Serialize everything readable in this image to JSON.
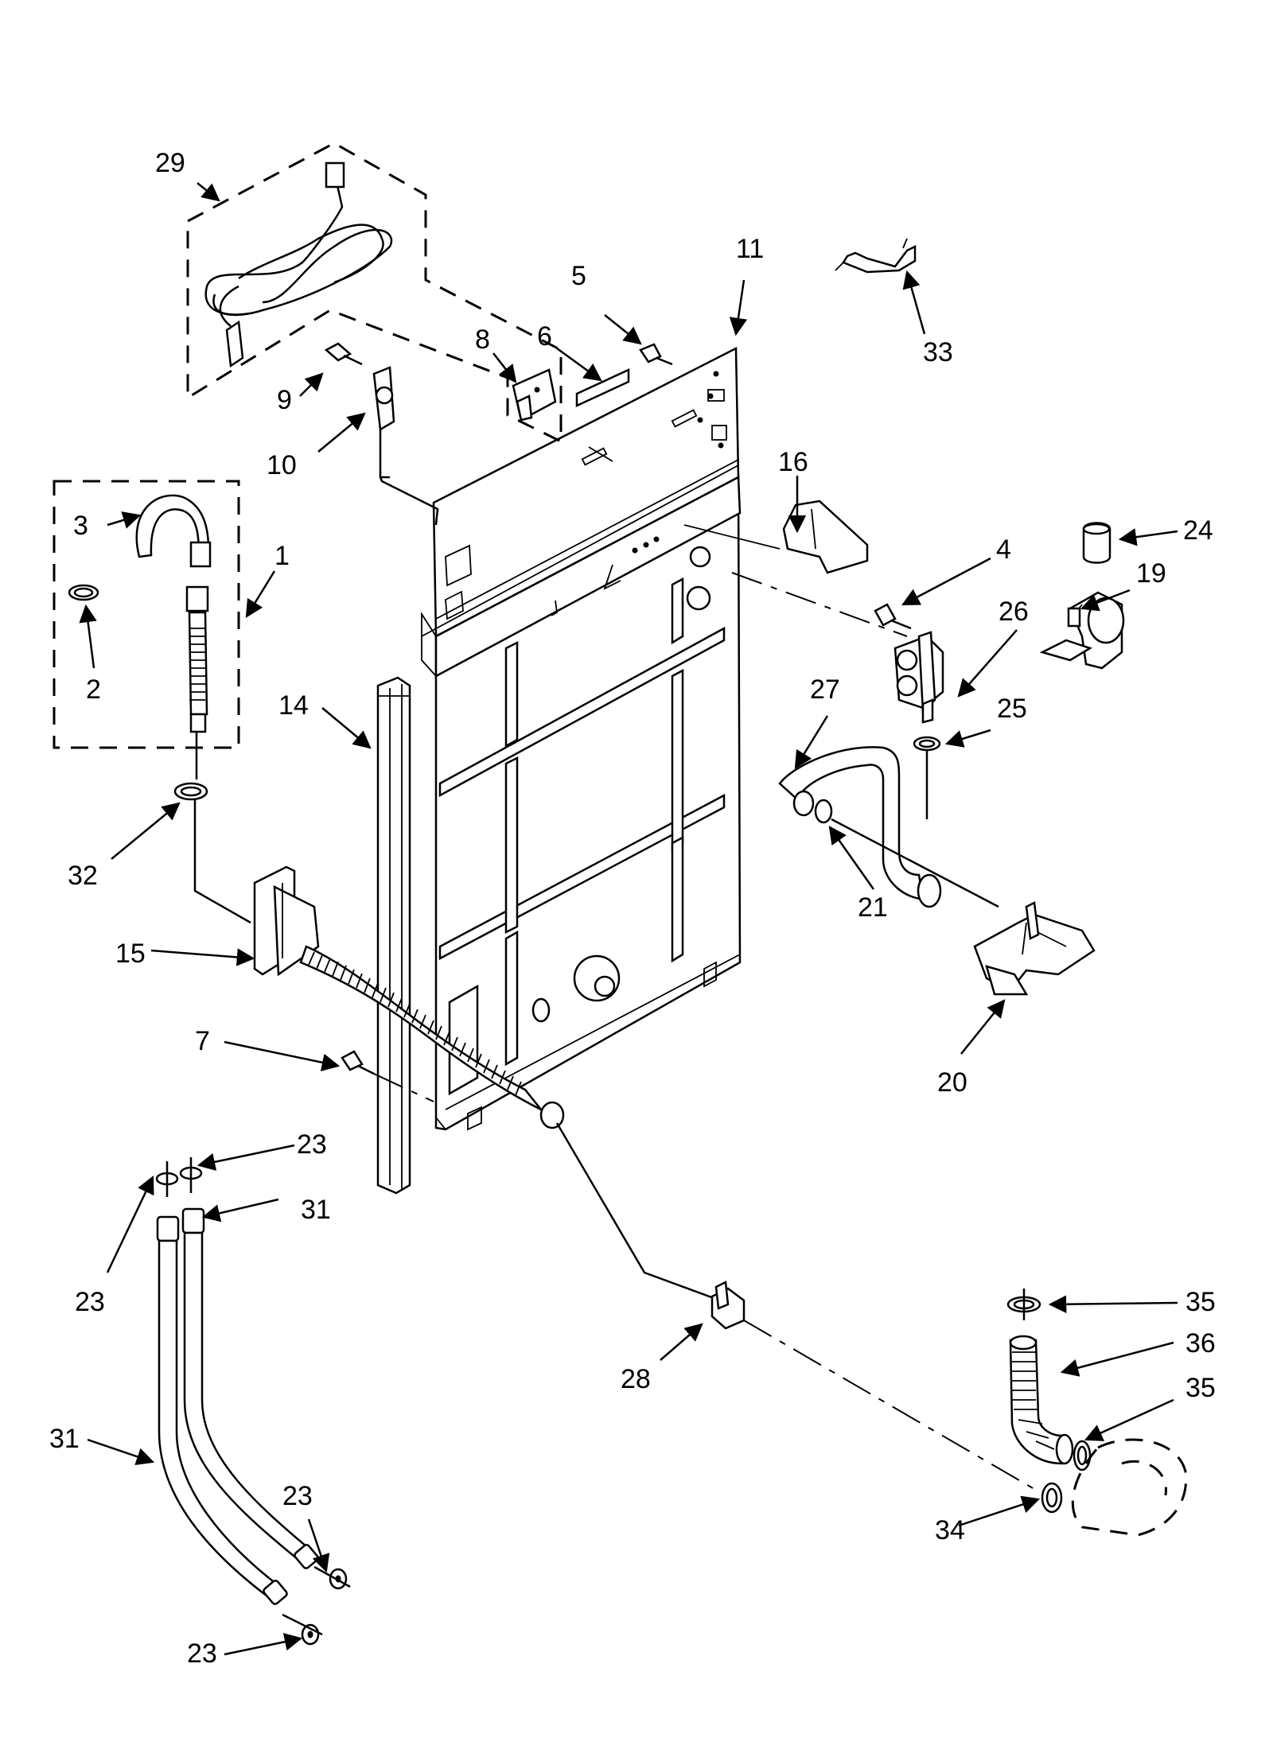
{
  "callouts": [
    {
      "id": "c29",
      "label": "29",
      "name": "power-cord"
    },
    {
      "id": "c11",
      "label": "11",
      "name": "rear-panel"
    },
    {
      "id": "c5",
      "label": "5",
      "name": "screw"
    },
    {
      "id": "c6",
      "label": "6",
      "name": "strip"
    },
    {
      "id": "c8",
      "label": "8",
      "name": "terminal-block"
    },
    {
      "id": "c33",
      "label": "33",
      "name": "clip"
    },
    {
      "id": "c9",
      "label": "9",
      "name": "screw"
    },
    {
      "id": "c10",
      "label": "10",
      "name": "cord-clamp"
    },
    {
      "id": "c3",
      "label": "3",
      "name": "drain-hose-hook"
    },
    {
      "id": "c1",
      "label": "1",
      "name": "drain-hose-kit"
    },
    {
      "id": "c2",
      "label": "2",
      "name": "hose-clamp"
    },
    {
      "id": "c14",
      "label": "14",
      "name": "side-rail"
    },
    {
      "id": "c16",
      "label": "16",
      "name": "bracket"
    },
    {
      "id": "c24",
      "label": "24",
      "name": "cap"
    },
    {
      "id": "c4",
      "label": "4",
      "name": "screw"
    },
    {
      "id": "c19",
      "label": "19",
      "name": "pump"
    },
    {
      "id": "c26",
      "label": "26",
      "name": "water-valve"
    },
    {
      "id": "c27",
      "label": "27",
      "name": "inlet-hose"
    },
    {
      "id": "c25",
      "label": "25",
      "name": "clamp"
    },
    {
      "id": "c32",
      "label": "32",
      "name": "clamp"
    },
    {
      "id": "c21",
      "label": "21",
      "name": "clamp"
    },
    {
      "id": "c15",
      "label": "15",
      "name": "hose-bracket"
    },
    {
      "id": "c20",
      "label": "20",
      "name": "dispenser-bracket"
    },
    {
      "id": "c7",
      "label": "7",
      "name": "screw"
    },
    {
      "id": "c23a",
      "label": "23",
      "name": "washer"
    },
    {
      "id": "c31a",
      "label": "31",
      "name": "fill-hose"
    },
    {
      "id": "c23b",
      "label": "23",
      "name": "washer"
    },
    {
      "id": "c35a",
      "label": "35",
      "name": "clamp"
    },
    {
      "id": "c36",
      "label": "36",
      "name": "drain-hose"
    },
    {
      "id": "c28",
      "label": "28",
      "name": "hose-clip"
    },
    {
      "id": "c35b",
      "label": "35",
      "name": "clamp"
    },
    {
      "id": "c31b",
      "label": "31",
      "name": "fill-hose"
    },
    {
      "id": "c23c",
      "label": "23",
      "name": "washer"
    },
    {
      "id": "c34",
      "label": "34",
      "name": "clamp"
    },
    {
      "id": "c23d",
      "label": "23",
      "name": "washer"
    }
  ]
}
